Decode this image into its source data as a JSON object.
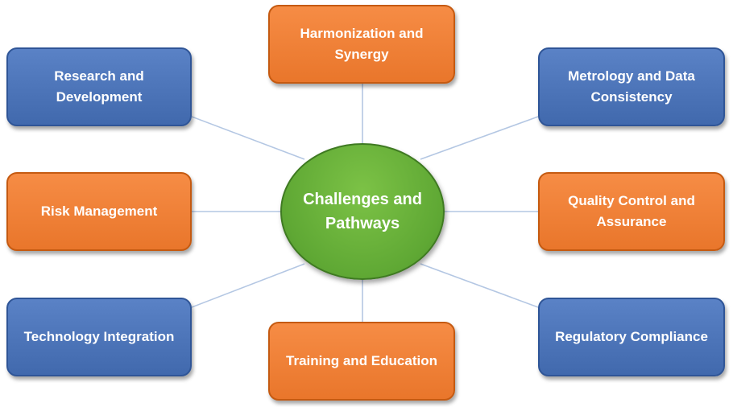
{
  "center": {
    "label": "Challenges and Pathways",
    "color": "#5fa834"
  },
  "colors": {
    "blue": "#4472c4",
    "orange": "#ed7d31",
    "green": "#70ad47",
    "connector": "#b4c7e3"
  },
  "nodes": [
    {
      "label": "Harmonization and Synergy",
      "color": "orange"
    },
    {
      "label": "Research and Development",
      "color": "blue"
    },
    {
      "label": "Metrology and Data Consistency",
      "color": "blue"
    },
    {
      "label": "Risk Management",
      "color": "orange"
    },
    {
      "label": "Quality Control and Assurance",
      "color": "orange"
    },
    {
      "label": "Technology Integration",
      "color": "blue"
    },
    {
      "label": "Training and Education",
      "color": "orange"
    },
    {
      "label": "Regulatory Compliance",
      "color": "blue"
    }
  ]
}
